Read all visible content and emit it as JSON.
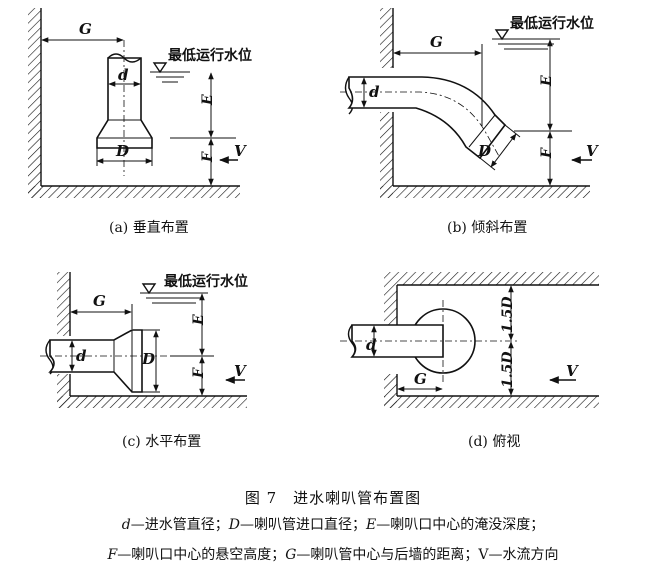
{
  "labels": {
    "G": "G",
    "d": "d",
    "D": "D",
    "E": "E",
    "F": "F",
    "V": "V",
    "water_level": "最低运行水位",
    "one_five_D": "1.5D"
  },
  "panels": [
    {
      "caption": "(a) 垂直布置"
    },
    {
      "caption": "(b) 倾斜布置"
    },
    {
      "caption": "(c) 水平布置"
    },
    {
      "caption": "(d) 俯视"
    }
  ],
  "figure_title": "图 7　进水喇叭管布置图",
  "legend": [
    {
      "sym": "d",
      "text": "—进水管直径；"
    },
    {
      "sym": "D",
      "text": "—喇叭管进口直径；"
    },
    {
      "sym": "E",
      "text": "—喇叭口中心的淹没深度；"
    },
    {
      "sym": "F",
      "text": "—喇叭口中心的悬空高度；"
    },
    {
      "sym": "G",
      "text": "—喇叭管中心与后墙的距离；"
    },
    {
      "sym": "V",
      "text": "—水流方向"
    }
  ]
}
